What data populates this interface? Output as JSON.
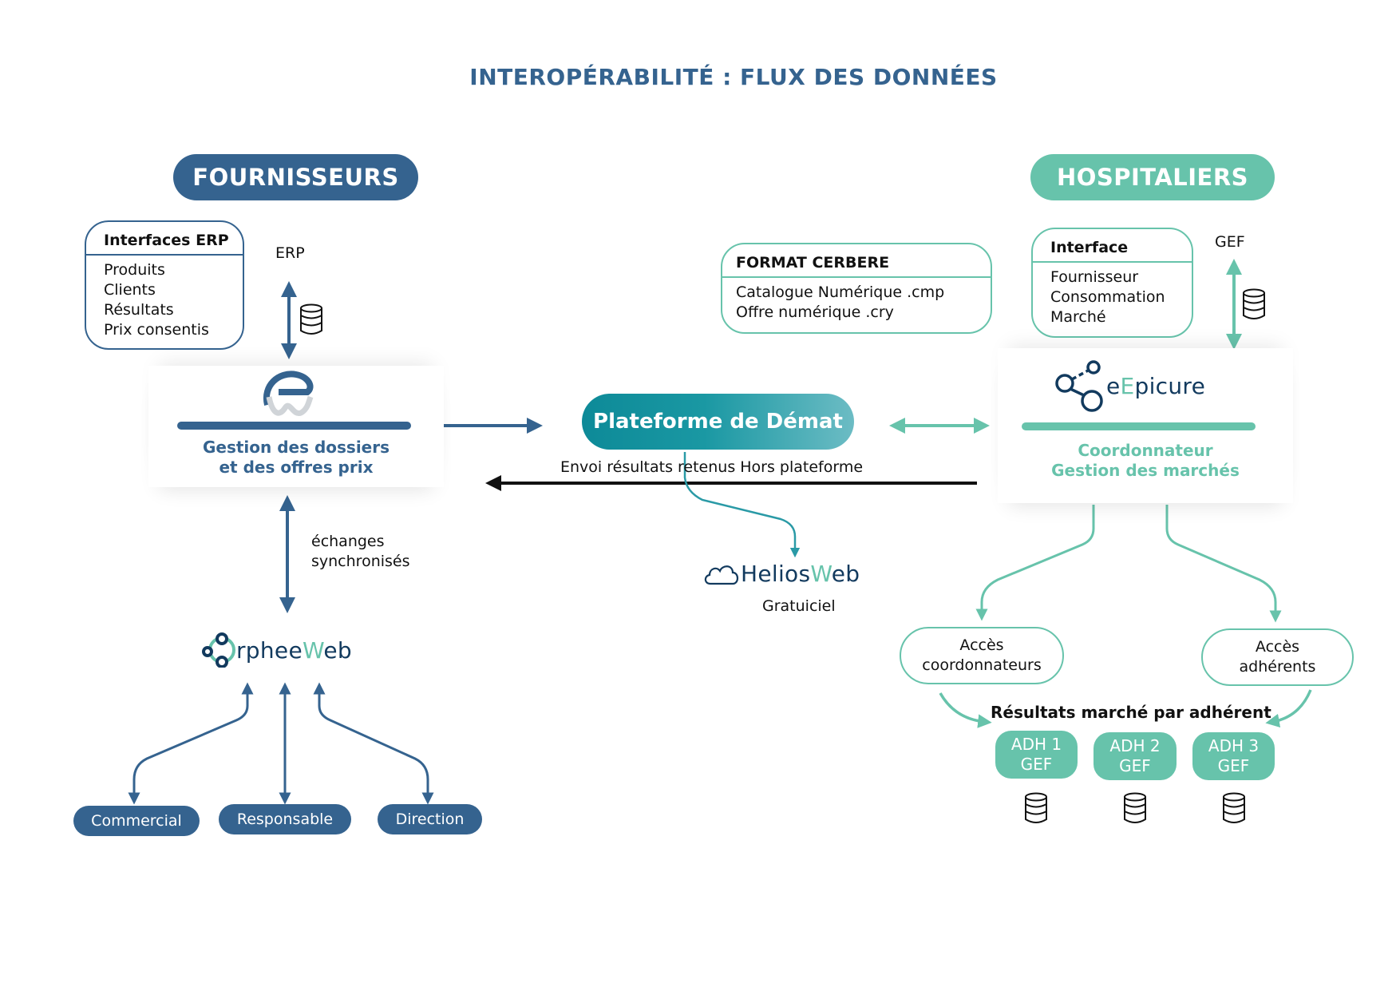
{
  "title": "INTEROPÉRABILITÉ : FLUX DES DONNÉES",
  "colors": {
    "blue": "#35638f",
    "teal": "#67c3ab",
    "demat": "#0d8a98",
    "black": "#111111"
  },
  "suppliers": {
    "header": "FOURNISSEURS",
    "erp_box": {
      "title": "Interfaces ERP",
      "items": [
        "Produits",
        "Clients",
        "Résultats",
        "Prix consentis"
      ]
    },
    "erp_label": "ERP",
    "erp_icon": "database-icon",
    "app_logo": "ew-logo",
    "app_caption": [
      "Gestion des dossiers",
      "et des offres prix"
    ],
    "sync_label": [
      "échanges",
      "synchronisés"
    ],
    "orphee": {
      "pre": "rphee",
      "hl": "W",
      "post": "eb"
    },
    "roles": [
      "Commercial",
      "Responsable",
      "Direction"
    ]
  },
  "platform": {
    "label": "Plateforme de Démat",
    "return_label": "Envoi résultats retenus Hors plateforme",
    "helios": {
      "pre": "Helios",
      "hl": "W",
      "post": "eb"
    },
    "helios_caption": "Gratuiciel"
  },
  "cerbere": {
    "title": "FORMAT CERBERE",
    "items": [
      "Catalogue Numérique .cmp",
      "Offre numérique .cry"
    ]
  },
  "hospitals": {
    "header": "HOSPITALIERS",
    "interface_box": {
      "title": "Interface",
      "items": [
        "Fournisseur",
        "Consommation",
        "Marché"
      ]
    },
    "gef_label": "GEF",
    "epicure": {
      "pre": "e",
      "hl": "E",
      "post": "picure"
    },
    "app_caption": [
      "Coordonnateur",
      "Gestion des marchés"
    ],
    "access": [
      [
        "Accès",
        "coordonnateurs"
      ],
      [
        "Accès",
        "adhérents"
      ]
    ],
    "results_label": "Résultats marché par adhérent",
    "members": [
      [
        "ADH 1",
        "GEF"
      ],
      [
        "ADH 2",
        "GEF"
      ],
      [
        "ADH 3",
        "GEF"
      ]
    ]
  }
}
